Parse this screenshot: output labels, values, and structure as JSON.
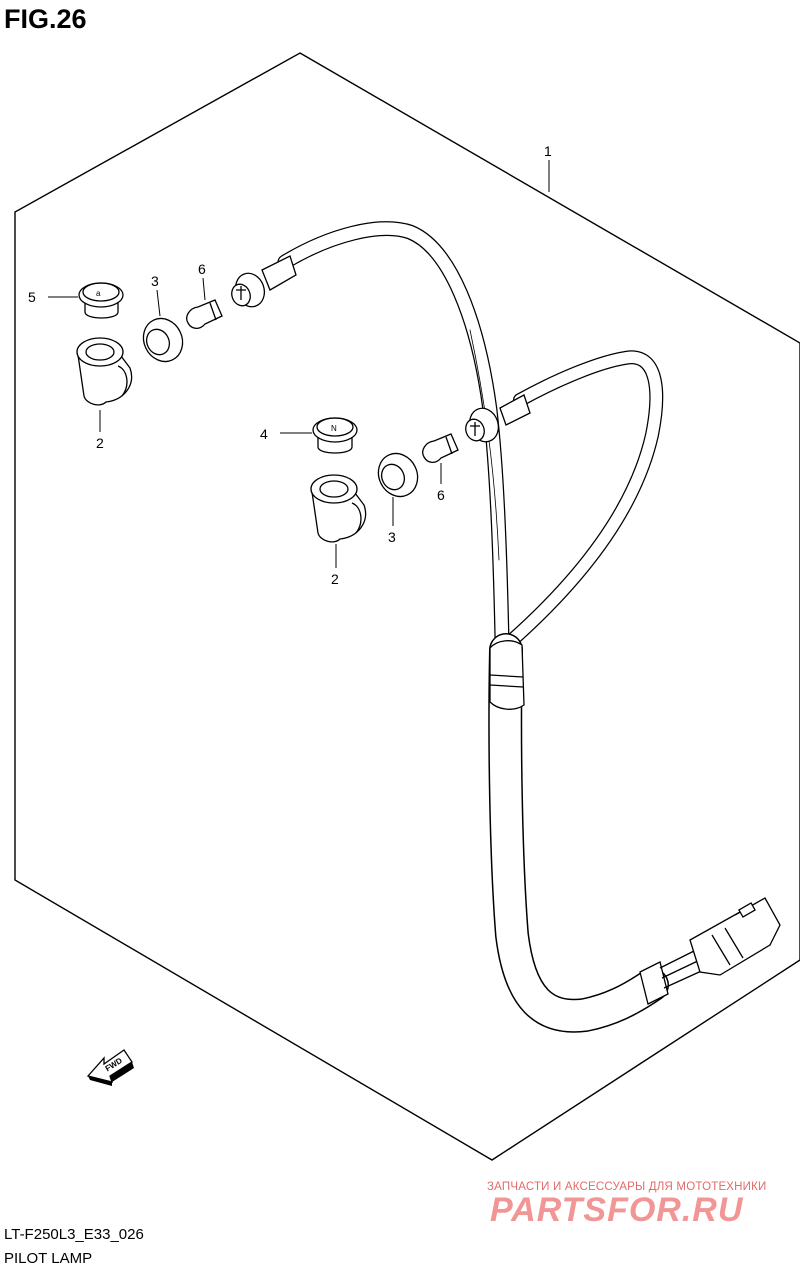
{
  "title": "FIG.26",
  "footer": {
    "code": "LT-F250L3_E33_026",
    "name": "PILOT LAMP"
  },
  "watermark": {
    "line1": "ЗАПЧАСТИ И АКСЕССУАРЫ ДЛЯ МОТОТЕХНИКИ",
    "line2": "PARTSFOR.RU",
    "color": "#f08a8a"
  },
  "direction_arrow": {
    "label": "FWD",
    "icon": "fwd-arrow-icon"
  },
  "callouts": {
    "c1": "1",
    "c2a": "2",
    "c2b": "2",
    "c3a": "3",
    "c3b": "3",
    "c4": "4",
    "c5": "5",
    "c6a": "6",
    "c6b": "6"
  }
}
